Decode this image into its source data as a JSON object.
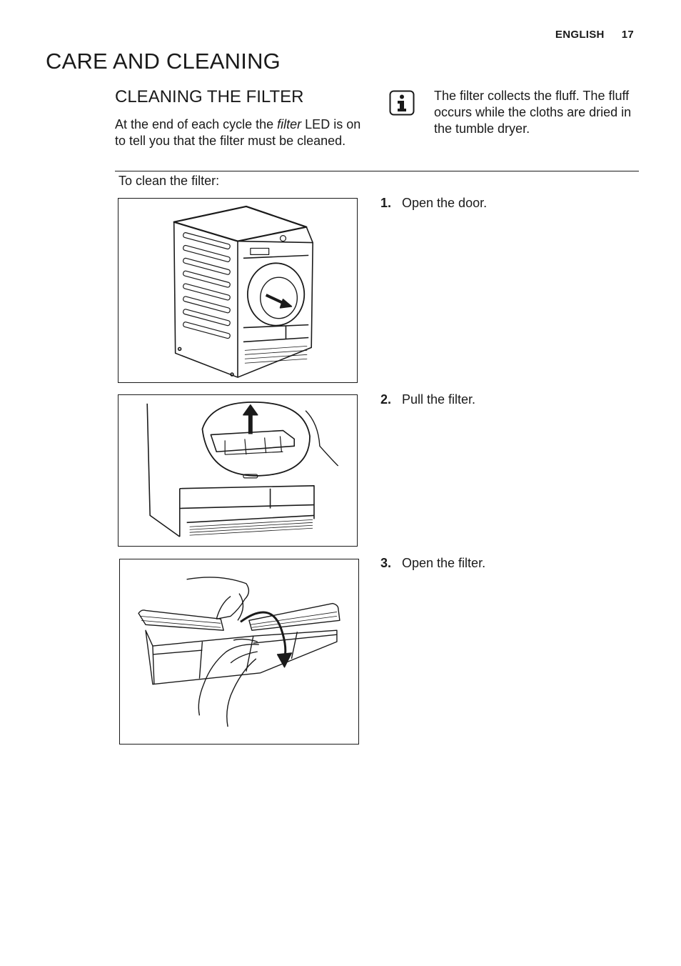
{
  "header": {
    "language": "ENGLISH",
    "page_number": "17"
  },
  "section_title": "CARE AND CLEANING",
  "subsection_title": "CLEANING THE FILTER",
  "intro": {
    "before": "At the end of each cycle the ",
    "emphasis": "filter",
    "after": " LED is on to tell you that the filter must be cleaned."
  },
  "info_note": {
    "icon": "info-icon",
    "text": "The filter collects the fluff. The fluff occurs while the cloths are dried in the tumble dryer."
  },
  "procedure_intro": "To clean the filter:",
  "steps": [
    {
      "number": "1.",
      "text": "Open the door.",
      "illustration": "dryer-open-door-illustration"
    },
    {
      "number": "2.",
      "text": "Pull the filter.",
      "illustration": "pull-filter-illustration"
    },
    {
      "number": "3.",
      "text": "Open the filter.",
      "illustration": "open-filter-illustration"
    }
  ]
}
